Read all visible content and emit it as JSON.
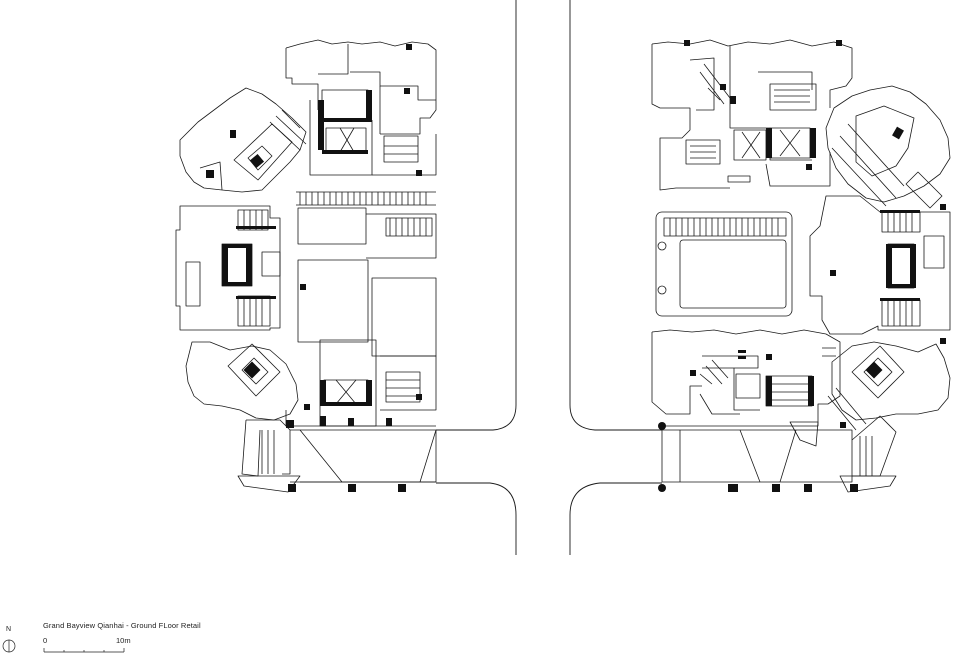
{
  "drawing": {
    "caption": "Grand Bayview Qianhai - Ground FLoor Retail",
    "north_label": "N",
    "scale_start": "0",
    "scale_end": "10m"
  },
  "colors": {
    "line": "#1a1a1a",
    "solid": "#111111",
    "background": "#ffffff"
  },
  "elements": {
    "west_tower": "west-building-plan",
    "east_tower": "east-building-plan",
    "pool": "swimming-pool",
    "streets": "road-edges"
  }
}
